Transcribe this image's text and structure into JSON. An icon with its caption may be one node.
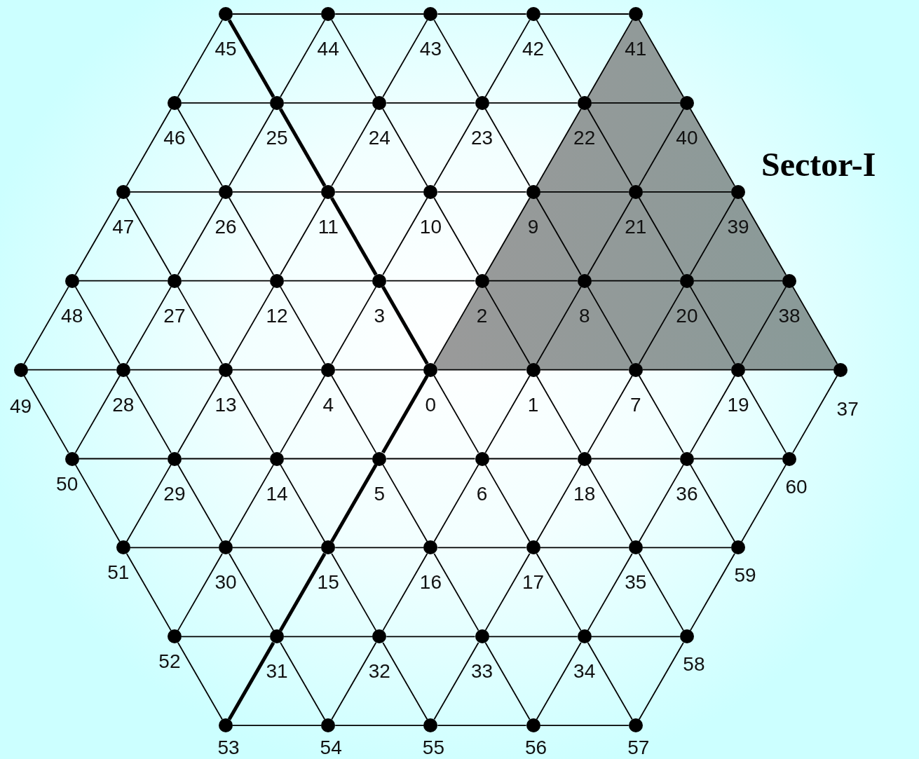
{
  "diagram": {
    "nodes": [
      {
        "text": [],
        "shape": "circle",
        "beside": [
          "45"
        ]
      },
      {
        "text": [],
        "shape": "circle",
        "beside": [
          "44"
        ]
      },
      {
        "text": [],
        "shape": "circle",
        "beside": [
          "43"
        ]
      },
      {
        "text": [],
        "shape": "circle",
        "beside": [
          "42"
        ]
      },
      {
        "text": [],
        "shape": "circle",
        "beside": [
          "41"
        ]
      },
      {
        "text": [],
        "shape": "circle",
        "beside": [
          "46"
        ]
      },
      {
        "text": [],
        "shape": "circle",
        "beside": [
          "25"
        ]
      },
      {
        "text": [],
        "shape": "circle",
        "beside": [
          "24"
        ]
      },
      {
        "text": [],
        "shape": "circle",
        "beside": [
          "23"
        ]
      },
      {
        "text": [],
        "shape": "circle",
        "beside": [
          "22"
        ]
      },
      {
        "text": [],
        "shape": "circle",
        "beside": [
          "40"
        ]
      },
      {
        "text": [],
        "shape": "circle",
        "beside": [
          "47"
        ]
      },
      {
        "text": [],
        "shape": "circle",
        "beside": [
          "26"
        ]
      },
      {
        "text": [],
        "shape": "circle",
        "beside": [
          "11"
        ]
      },
      {
        "text": [],
        "shape": "circle",
        "beside": [
          "10"
        ]
      },
      {
        "text": [],
        "shape": "circle",
        "beside": [
          "9"
        ]
      },
      {
        "text": [],
        "shape": "circle",
        "beside": [
          "21"
        ]
      },
      {
        "text": [],
        "shape": "circle",
        "beside": [
          "39"
        ]
      },
      {
        "text": [],
        "shape": "circle",
        "beside": [
          "48"
        ]
      },
      {
        "text": [],
        "shape": "circle",
        "beside": [
          "27"
        ]
      },
      {
        "text": [],
        "shape": "circle",
        "beside": [
          "12"
        ]
      },
      {
        "text": [],
        "shape": "circle",
        "beside": [
          "3"
        ]
      },
      {
        "text": [],
        "shape": "circle",
        "beside": [
          "2"
        ]
      },
      {
        "text": [],
        "shape": "circle",
        "beside": [
          "8"
        ]
      },
      {
        "text": [],
        "shape": "circle",
        "beside": [
          "20"
        ]
      },
      {
        "text": [],
        "shape": "circle",
        "beside": [
          "38"
        ]
      },
      {
        "text": [],
        "shape": "circle",
        "beside": [
          "49"
        ]
      },
      {
        "text": [],
        "shape": "circle",
        "beside": [
          "28"
        ]
      },
      {
        "text": [],
        "shape": "circle",
        "beside": [
          "13"
        ]
      },
      {
        "text": [],
        "shape": "circle",
        "beside": [
          "4"
        ]
      },
      {
        "text": [],
        "shape": "circle",
        "beside": [
          "0"
        ]
      },
      {
        "text": [],
        "shape": "circle",
        "beside": [
          "1"
        ]
      },
      {
        "text": [],
        "shape": "circle",
        "beside": [
          "7"
        ]
      },
      {
        "text": [],
        "shape": "circle",
        "beside": [
          "19"
        ]
      },
      {
        "text": [],
        "shape": "circle",
        "beside": [
          "37"
        ]
      },
      {
        "text": [],
        "shape": "circle",
        "beside": [
          "50"
        ]
      },
      {
        "text": [],
        "shape": "circle",
        "beside": [
          "29"
        ]
      },
      {
        "text": [],
        "shape": "circle",
        "beside": [
          "14"
        ]
      },
      {
        "text": [],
        "shape": "circle",
        "beside": [
          "5"
        ]
      },
      {
        "text": [],
        "shape": "circle",
        "beside": [
          "6"
        ]
      },
      {
        "text": [],
        "shape": "circle",
        "beside": [
          "18"
        ]
      },
      {
        "text": [],
        "shape": "circle",
        "beside": [
          "36"
        ]
      },
      {
        "text": [],
        "shape": "circle",
        "beside": [
          "60"
        ]
      },
      {
        "text": [],
        "shape": "circle",
        "beside": [
          "51"
        ]
      },
      {
        "text": [],
        "shape": "circle",
        "beside": [
          "30"
        ]
      },
      {
        "text": [],
        "shape": "circle",
        "beside": [
          "15"
        ]
      },
      {
        "text": [],
        "shape": "circle",
        "beside": [
          "16"
        ]
      },
      {
        "text": [],
        "shape": "circle",
        "beside": [
          "17"
        ]
      },
      {
        "text": [],
        "shape": "circle",
        "beside": [
          "35"
        ]
      },
      {
        "text": [],
        "shape": "circle",
        "beside": [
          "59"
        ]
      },
      {
        "text": [],
        "shape": "circle",
        "beside": [
          "52"
        ]
      },
      {
        "text": [],
        "shape": "circle",
        "beside": [
          "31"
        ]
      },
      {
        "text": [],
        "shape": "circle",
        "beside": [
          "32"
        ]
      },
      {
        "text": [],
        "shape": "circle",
        "beside": [
          "33"
        ]
      },
      {
        "text": [],
        "shape": "circle",
        "beside": [
          "34"
        ]
      },
      {
        "text": [],
        "shape": "circle",
        "beside": [
          "58"
        ]
      },
      {
        "text": [],
        "shape": "circle",
        "beside": [
          "53"
        ]
      },
      {
        "text": [],
        "shape": "circle",
        "beside": [
          "54"
        ]
      },
      {
        "text": [],
        "shape": "circle",
        "beside": [
          "55"
        ]
      },
      {
        "text": [],
        "shape": "circle",
        "beside": [
          "56"
        ]
      },
      {
        "text": [],
        "shape": "circle",
        "beside": [
          "57"
        ]
      }
    ],
    "edges": [
      {
        "from": 0,
        "to": 1,
        "arrow": "none"
      },
      {
        "from": 1,
        "to": 2,
        "arrow": "none"
      },
      {
        "from": 2,
        "to": 3,
        "arrow": "none"
      },
      {
        "from": 3,
        "to": 4,
        "arrow": "none"
      },
      {
        "from": 5,
        "to": 6,
        "arrow": "none"
      },
      {
        "from": 6,
        "to": 7,
        "arrow": "none"
      },
      {
        "from": 7,
        "to": 8,
        "arrow": "none"
      },
      {
        "from": 8,
        "to": 9,
        "arrow": "none"
      },
      {
        "from": 9,
        "to": 10,
        "arrow": "none"
      },
      {
        "from": 11,
        "to": 12,
        "arrow": "none"
      },
      {
        "from": 12,
        "to": 13,
        "arrow": "none"
      },
      {
        "from": 13,
        "to": 14,
        "arrow": "none"
      },
      {
        "from": 14,
        "to": 15,
        "arrow": "none"
      },
      {
        "from": 15,
        "to": 16,
        "arrow": "none"
      },
      {
        "from": 16,
        "to": 17,
        "arrow": "none"
      },
      {
        "from": 18,
        "to": 19,
        "arrow": "none"
      },
      {
        "from": 19,
        "to": 20,
        "arrow": "none"
      },
      {
        "from": 20,
        "to": 21,
        "arrow": "none"
      },
      {
        "from": 21,
        "to": 22,
        "arrow": "none"
      },
      {
        "from": 22,
        "to": 23,
        "arrow": "none"
      },
      {
        "from": 23,
        "to": 24,
        "arrow": "none"
      },
      {
        "from": 24,
        "to": 25,
        "arrow": "none"
      },
      {
        "from": 26,
        "to": 27,
        "arrow": "none"
      },
      {
        "from": 27,
        "to": 28,
        "arrow": "none"
      },
      {
        "from": 28,
        "to": 29,
        "arrow": "none"
      },
      {
        "from": 29,
        "to": 30,
        "arrow": "none"
      },
      {
        "from": 30,
        "to": 31,
        "arrow": "none"
      },
      {
        "from": 31,
        "to": 32,
        "arrow": "none"
      },
      {
        "from": 32,
        "to": 33,
        "arrow": "none"
      },
      {
        "from": 33,
        "to": 34,
        "arrow": "none"
      },
      {
        "from": 35,
        "to": 36,
        "arrow": "none"
      },
      {
        "from": 36,
        "to": 37,
        "arrow": "none"
      },
      {
        "from": 37,
        "to": 38,
        "arrow": "none"
      },
      {
        "from": 38,
        "to": 39,
        "arrow": "none"
      },
      {
        "from": 39,
        "to": 40,
        "arrow": "none"
      },
      {
        "from": 40,
        "to": 41,
        "arrow": "none"
      },
      {
        "from": 41,
        "to": 42,
        "arrow": "none"
      },
      {
        "from": 43,
        "to": 44,
        "arrow": "none"
      },
      {
        "from": 44,
        "to": 45,
        "arrow": "none"
      },
      {
        "from": 45,
        "to": 46,
        "arrow": "none"
      },
      {
        "from": 46,
        "to": 47,
        "arrow": "none"
      },
      {
        "from": 47,
        "to": 48,
        "arrow": "none"
      },
      {
        "from": 48,
        "to": 49,
        "arrow": "none"
      },
      {
        "from": 50,
        "to": 51,
        "arrow": "none"
      },
      {
        "from": 51,
        "to": 52,
        "arrow": "none"
      },
      {
        "from": 52,
        "to": 53,
        "arrow": "none"
      },
      {
        "from": 53,
        "to": 54,
        "arrow": "none"
      },
      {
        "from": 54,
        "to": 55,
        "arrow": "none"
      },
      {
        "from": 56,
        "to": 57,
        "arrow": "none"
      },
      {
        "from": 57,
        "to": 58,
        "arrow": "none"
      },
      {
        "from": 58,
        "to": 59,
        "arrow": "none"
      },
      {
        "from": 59,
        "to": 60,
        "arrow": "none"
      },
      {
        "from": 0,
        "to": 5,
        "arrow": "none"
      },
      {
        "from": 0,
        "to": 6,
        "arrow": "none",
        "style": "thick"
      },
      {
        "from": 1,
        "to": 6,
        "arrow": "none"
      },
      {
        "from": 1,
        "to": 7,
        "arrow": "none"
      },
      {
        "from": 2,
        "to": 7,
        "arrow": "none"
      },
      {
        "from": 2,
        "to": 8,
        "arrow": "none"
      },
      {
        "from": 3,
        "to": 8,
        "arrow": "none"
      },
      {
        "from": 3,
        "to": 9,
        "arrow": "none"
      },
      {
        "from": 4,
        "to": 9,
        "arrow": "none"
      },
      {
        "from": 4,
        "to": 10,
        "arrow": "none"
      },
      {
        "from": 5,
        "to": 11,
        "arrow": "none"
      },
      {
        "from": 5,
        "to": 12,
        "arrow": "none"
      },
      {
        "from": 6,
        "to": 12,
        "arrow": "none"
      },
      {
        "from": 6,
        "to": 13,
        "arrow": "none",
        "style": "thick"
      },
      {
        "from": 7,
        "to": 13,
        "arrow": "none"
      },
      {
        "from": 7,
        "to": 14,
        "arrow": "none"
      },
      {
        "from": 8,
        "to": 14,
        "arrow": "none"
      },
      {
        "from": 8,
        "to": 15,
        "arrow": "none"
      },
      {
        "from": 9,
        "to": 15,
        "arrow": "none"
      },
      {
        "from": 9,
        "to": 16,
        "arrow": "none"
      },
      {
        "from": 10,
        "to": 16,
        "arrow": "none"
      },
      {
        "from": 10,
        "to": 17,
        "arrow": "none"
      },
      {
        "from": 11,
        "to": 18,
        "arrow": "none"
      },
      {
        "from": 11,
        "to": 19,
        "arrow": "none"
      },
      {
        "from": 12,
        "to": 19,
        "arrow": "none"
      },
      {
        "from": 12,
        "to": 20,
        "arrow": "none"
      },
      {
        "from": 13,
        "to": 20,
        "arrow": "none"
      },
      {
        "from": 13,
        "to": 21,
        "arrow": "none",
        "style": "thick"
      },
      {
        "from": 14,
        "to": 21,
        "arrow": "none"
      },
      {
        "from": 14,
        "to": 22,
        "arrow": "none"
      },
      {
        "from": 15,
        "to": 22,
        "arrow": "none"
      },
      {
        "from": 15,
        "to": 23,
        "arrow": "none"
      },
      {
        "from": 16,
        "to": 23,
        "arrow": "none"
      },
      {
        "from": 16,
        "to": 24,
        "arrow": "none"
      },
      {
        "from": 17,
        "to": 24,
        "arrow": "none"
      },
      {
        "from": 17,
        "to": 25,
        "arrow": "none"
      },
      {
        "from": 18,
        "to": 26,
        "arrow": "none"
      },
      {
        "from": 18,
        "to": 27,
        "arrow": "none"
      },
      {
        "from": 19,
        "to": 27,
        "arrow": "none"
      },
      {
        "from": 19,
        "to": 28,
        "arrow": "none"
      },
      {
        "from": 20,
        "to": 28,
        "arrow": "none"
      },
      {
        "from": 20,
        "to": 29,
        "arrow": "none"
      },
      {
        "from": 21,
        "to": 29,
        "arrow": "none"
      },
      {
        "from": 21,
        "to": 30,
        "arrow": "none",
        "style": "thick"
      },
      {
        "from": 22,
        "to": 30,
        "arrow": "none"
      },
      {
        "from": 22,
        "to": 31,
        "arrow": "none"
      },
      {
        "from": 23,
        "to": 31,
        "arrow": "none"
      },
      {
        "from": 23,
        "to": 32,
        "arrow": "none"
      },
      {
        "from": 24,
        "to": 32,
        "arrow": "none"
      },
      {
        "from": 24,
        "to": 33,
        "arrow": "none"
      },
      {
        "from": 25,
        "to": 33,
        "arrow": "none"
      },
      {
        "from": 25,
        "to": 34,
        "arrow": "none"
      },
      {
        "from": 35,
        "to": 26,
        "arrow": "none"
      },
      {
        "from": 35,
        "to": 27,
        "arrow": "none"
      },
      {
        "from": 36,
        "to": 27,
        "arrow": "none"
      },
      {
        "from": 36,
        "to": 28,
        "arrow": "none"
      },
      {
        "from": 37,
        "to": 28,
        "arrow": "none"
      },
      {
        "from": 37,
        "to": 29,
        "arrow": "none"
      },
      {
        "from": 38,
        "to": 29,
        "arrow": "none"
      },
      {
        "from": 38,
        "to": 30,
        "arrow": "none",
        "style": "thick"
      },
      {
        "from": 39,
        "to": 30,
        "arrow": "none"
      },
      {
        "from": 39,
        "to": 31,
        "arrow": "none"
      },
      {
        "from": 40,
        "to": 31,
        "arrow": "none"
      },
      {
        "from": 40,
        "to": 32,
        "arrow": "none"
      },
      {
        "from": 41,
        "to": 32,
        "arrow": "none"
      },
      {
        "from": 41,
        "to": 33,
        "arrow": "none"
      },
      {
        "from": 42,
        "to": 33,
        "arrow": "none"
      },
      {
        "from": 42,
        "to": 34,
        "arrow": "none"
      },
      {
        "from": 43,
        "to": 35,
        "arrow": "none"
      },
      {
        "from": 43,
        "to": 36,
        "arrow": "none"
      },
      {
        "from": 44,
        "to": 36,
        "arrow": "none"
      },
      {
        "from": 44,
        "to": 37,
        "arrow": "none"
      },
      {
        "from": 45,
        "to": 37,
        "arrow": "none"
      },
      {
        "from": 45,
        "to": 38,
        "arrow": "none",
        "style": "thick"
      },
      {
        "from": 46,
        "to": 38,
        "arrow": "none"
      },
      {
        "from": 46,
        "to": 39,
        "arrow": "none"
      },
      {
        "from": 47,
        "to": 39,
        "arrow": "none"
      },
      {
        "from": 47,
        "to": 40,
        "arrow": "none"
      },
      {
        "from": 48,
        "to": 40,
        "arrow": "none"
      },
      {
        "from": 48,
        "to": 41,
        "arrow": "none"
      },
      {
        "from": 49,
        "to": 41,
        "arrow": "none"
      },
      {
        "from": 49,
        "to": 42,
        "arrow": "none"
      },
      {
        "from": 50,
        "to": 43,
        "arrow": "none"
      },
      {
        "from": 50,
        "to": 44,
        "arrow": "none"
      },
      {
        "from": 51,
        "to": 44,
        "arrow": "none"
      },
      {
        "from": 51,
        "to": 45,
        "arrow": "none",
        "style": "thick"
      },
      {
        "from": 52,
        "to": 45,
        "arrow": "none"
      },
      {
        "from": 52,
        "to": 46,
        "arrow": "none"
      },
      {
        "from": 53,
        "to": 46,
        "arrow": "none"
      },
      {
        "from": 53,
        "to": 47,
        "arrow": "none"
      },
      {
        "from": 54,
        "to": 47,
        "arrow": "none"
      },
      {
        "from": 54,
        "to": 48,
        "arrow": "none"
      },
      {
        "from": 55,
        "to": 48,
        "arrow": "none"
      },
      {
        "from": 55,
        "to": 49,
        "arrow": "none"
      },
      {
        "from": 56,
        "to": 50,
        "arrow": "none"
      },
      {
        "from": 56,
        "to": 51,
        "arrow": "none",
        "style": "thick"
      },
      {
        "from": 57,
        "to": 51,
        "arrow": "none"
      },
      {
        "from": 57,
        "to": 52,
        "arrow": "none"
      },
      {
        "from": 58,
        "to": 52,
        "arrow": "none"
      },
      {
        "from": 58,
        "to": 53,
        "arrow": "none"
      },
      {
        "from": 59,
        "to": 53,
        "arrow": "none"
      },
      {
        "from": 59,
        "to": 54,
        "arrow": "none"
      },
      {
        "from": 60,
        "to": 54,
        "arrow": "none"
      },
      {
        "from": 60,
        "to": 55,
        "arrow": "none"
      }
    ],
    "labels": [
      "Sector-I"
    ]
  }
}
